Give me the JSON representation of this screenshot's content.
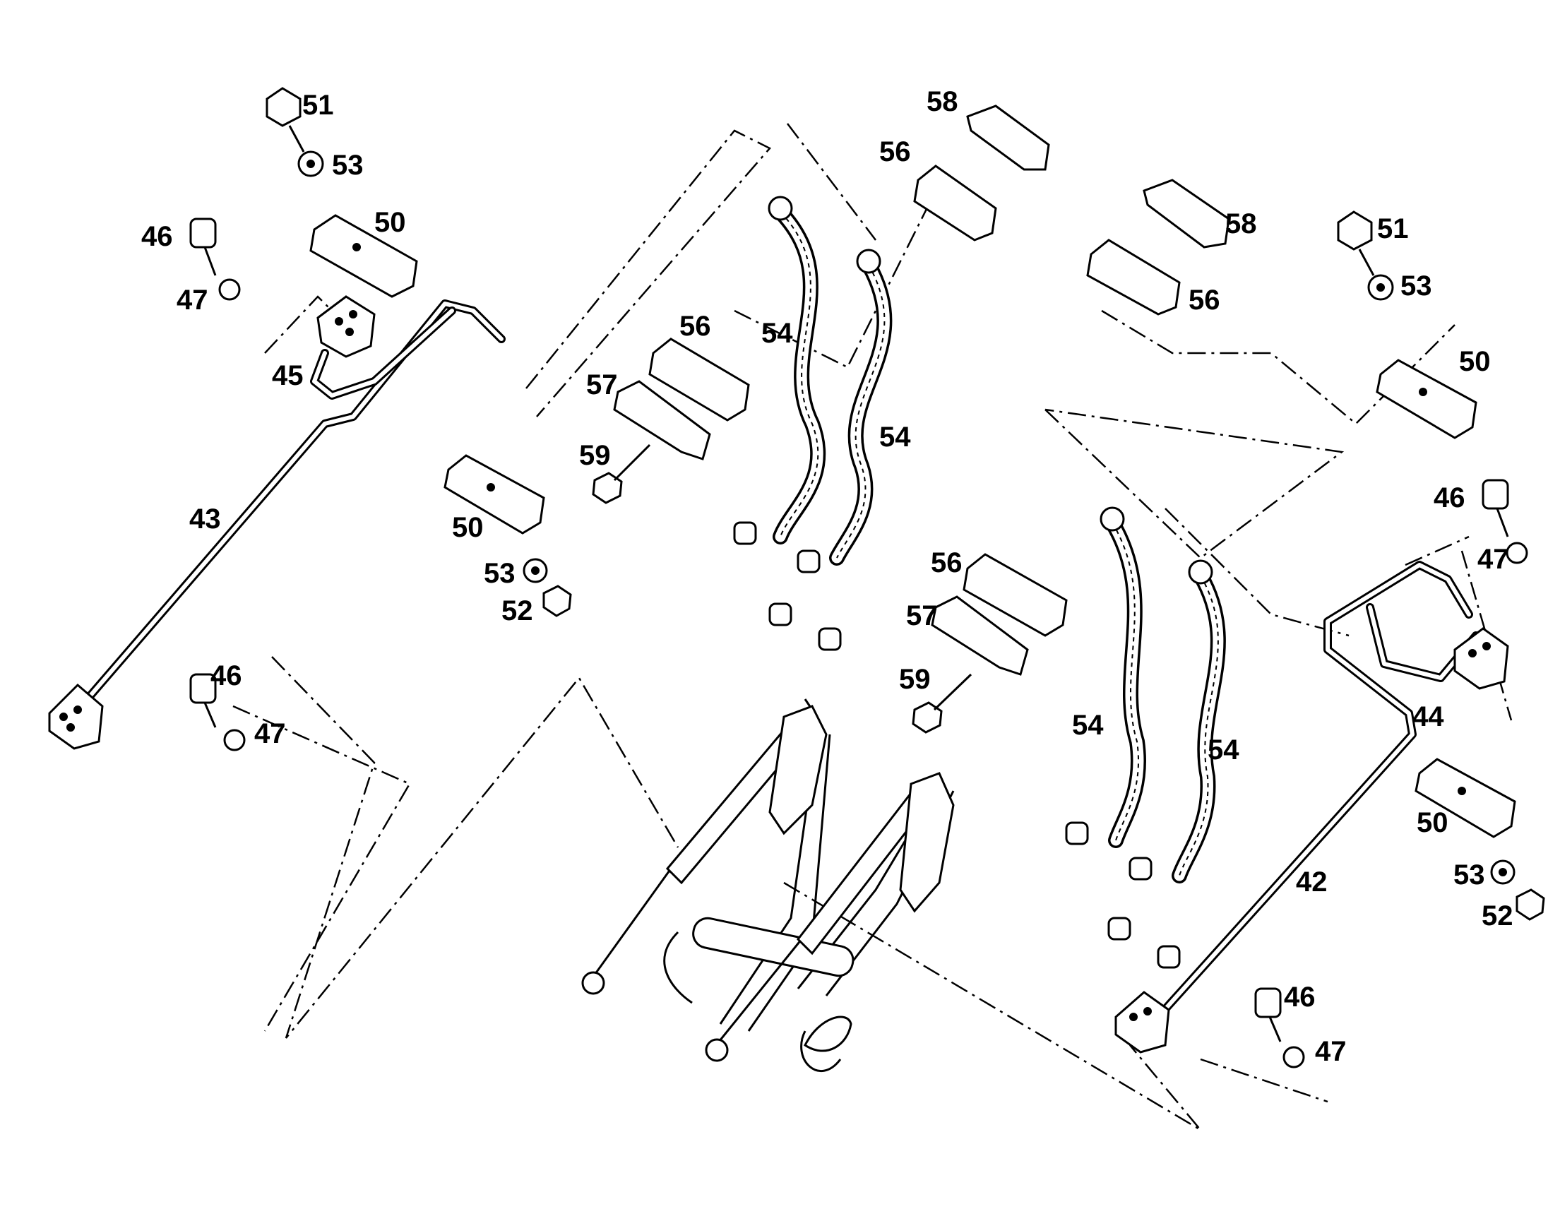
{
  "callouts": {
    "c42": "42",
    "c43": "43",
    "c44": "44",
    "c45": "45",
    "c46": "46",
    "c47": "47",
    "c50": "50",
    "c51": "51",
    "c52": "52",
    "c53": "53",
    "c54": "54",
    "c56": "56",
    "c57": "57",
    "c58": "58",
    "c59": "59"
  }
}
